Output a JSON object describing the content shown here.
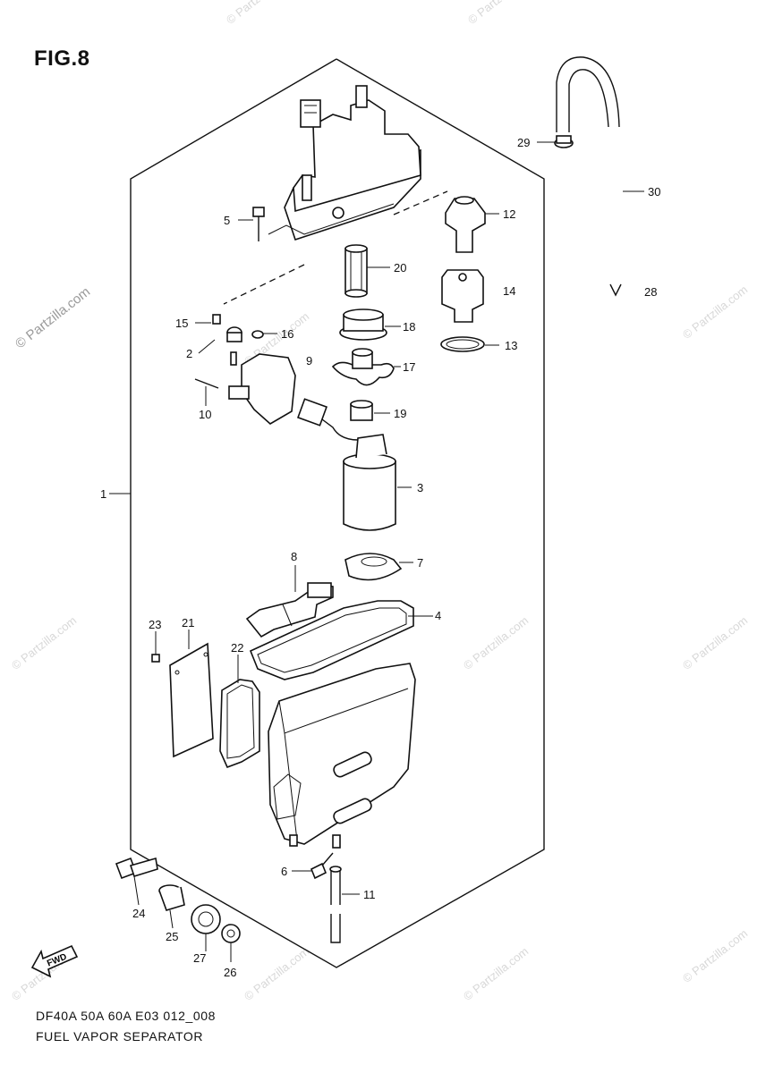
{
  "figure": {
    "title": "FIG.8"
  },
  "footer": {
    "model_code": "DF40A 50A 60A E03 012_008",
    "part_name": "FUEL VAPOR SEPARATOR"
  },
  "watermark": {
    "text": "© Partzilla.com",
    "color": "#d8d8d8"
  },
  "direction_arrow": {
    "label": "FWD"
  },
  "callouts": [
    "1",
    "2",
    "3",
    "4",
    "5",
    "6",
    "7",
    "8",
    "9",
    "10",
    "11",
    "12",
    "13",
    "14",
    "15",
    "16",
    "17",
    "18",
    "19",
    "20",
    "21",
    "22",
    "23",
    "24",
    "25",
    "26",
    "27",
    "28",
    "29",
    "30"
  ],
  "colors": {
    "line": "#111111",
    "background": "#ffffff"
  }
}
